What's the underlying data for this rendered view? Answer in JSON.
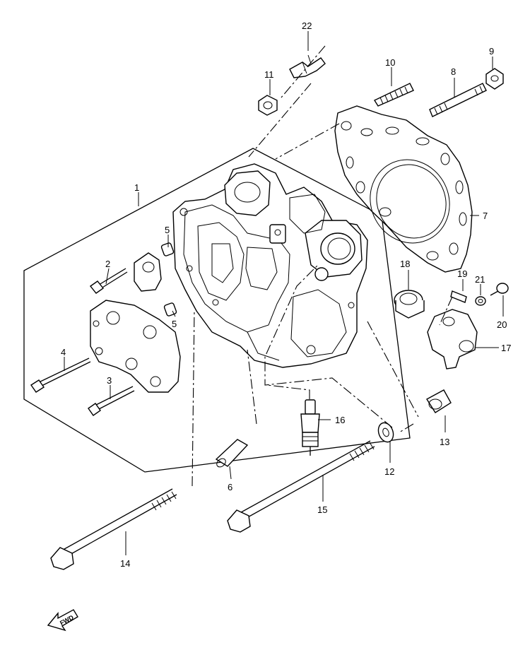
{
  "diagram": {
    "callouts": [
      {
        "id": "c1",
        "label": "1"
      },
      {
        "id": "c2",
        "label": "2"
      },
      {
        "id": "c3",
        "label": "3"
      },
      {
        "id": "c4",
        "label": "4"
      },
      {
        "id": "c5a",
        "label": "5"
      },
      {
        "id": "c5b",
        "label": "5"
      },
      {
        "id": "c6",
        "label": "6"
      },
      {
        "id": "c7",
        "label": "7"
      },
      {
        "id": "c8",
        "label": "8"
      },
      {
        "id": "c9",
        "label": "9"
      },
      {
        "id": "c10",
        "label": "10"
      },
      {
        "id": "c11",
        "label": "11"
      },
      {
        "id": "c12",
        "label": "12"
      },
      {
        "id": "c13",
        "label": "13"
      },
      {
        "id": "c14",
        "label": "14"
      },
      {
        "id": "c15",
        "label": "15"
      },
      {
        "id": "c16",
        "label": "16"
      },
      {
        "id": "c17",
        "label": "17"
      },
      {
        "id": "c18",
        "label": "18"
      },
      {
        "id": "c19",
        "label": "19"
      },
      {
        "id": "c20",
        "label": "20"
      },
      {
        "id": "c21",
        "label": "21"
      },
      {
        "id": "c22",
        "label": "22"
      }
    ],
    "fwd_label": "FWD"
  }
}
